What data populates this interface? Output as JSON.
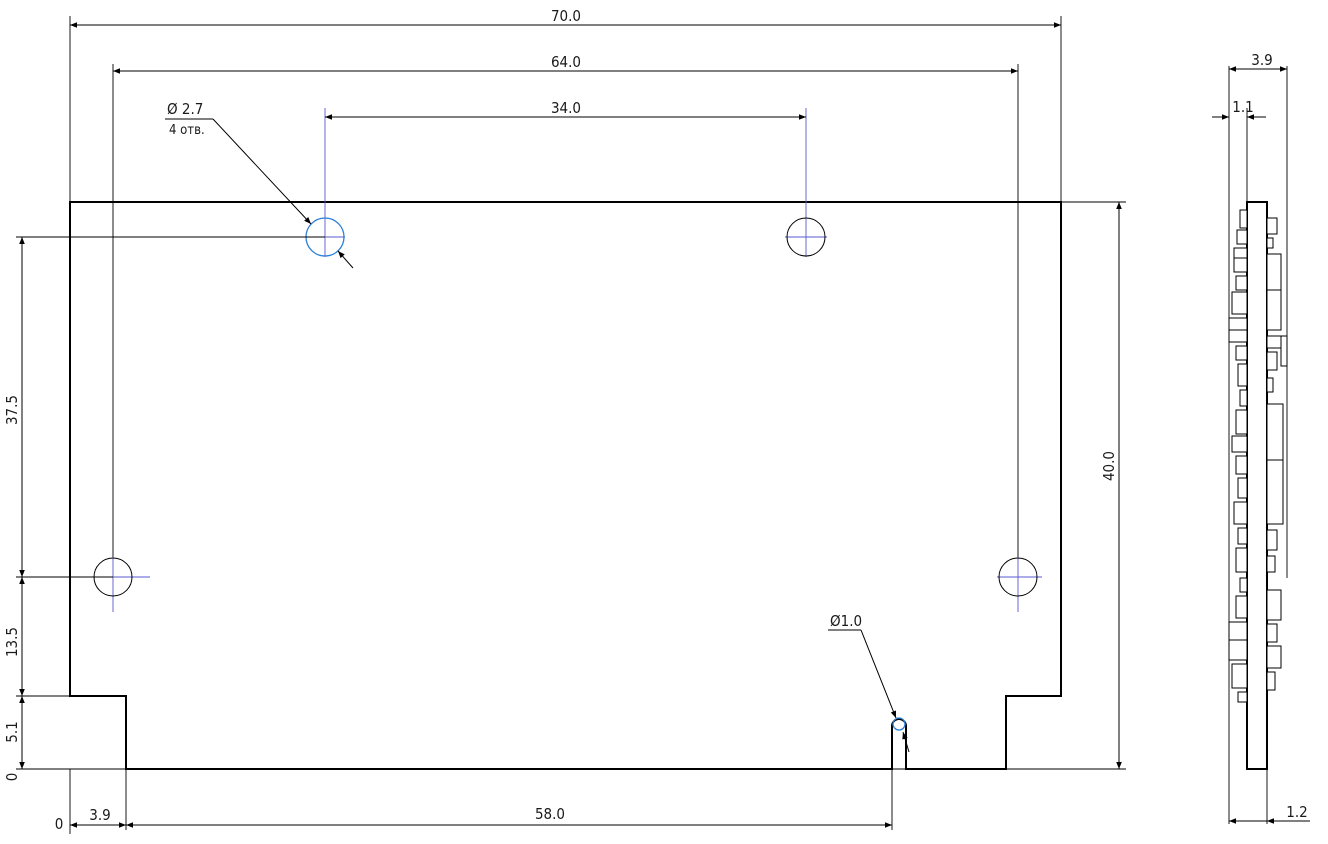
{
  "dimensions": {
    "overall_width": "70.0",
    "hole_spacing_outer": "64.0",
    "hole_spacing_inner": "34.0",
    "hole_diameter": "Ø 2.7",
    "hole_count_note": "4 отв.",
    "height_to_top_holes": "37.5",
    "height_to_bottom_holes": "13.5",
    "notch_height": "5.1",
    "origin_y": "0",
    "origin_x": "0",
    "notch_width": "3.9",
    "slot_position": "58.0",
    "slot_diameter": "Ø1.0",
    "board_height": "40.0"
  },
  "side_view": {
    "total_thickness": "3.9",
    "component_height": "1.1",
    "pcb_thickness": "1.2"
  }
}
